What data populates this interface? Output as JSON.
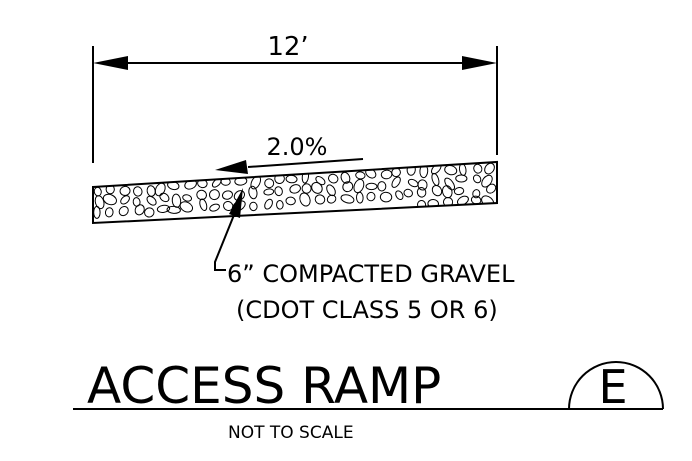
{
  "dimension": {
    "width_label": "12’"
  },
  "slope": {
    "label": "2.0%"
  },
  "callout": {
    "line1": "6” COMPACTED GRAVEL",
    "line2": "(CDOT CLASS 5 OR 6)"
  },
  "title": {
    "main": "ACCESS RAMP",
    "detail_id": "E",
    "scale_note": "NOT TO SCALE"
  },
  "colors": {
    "ink": "#000000",
    "background": "#ffffff"
  }
}
